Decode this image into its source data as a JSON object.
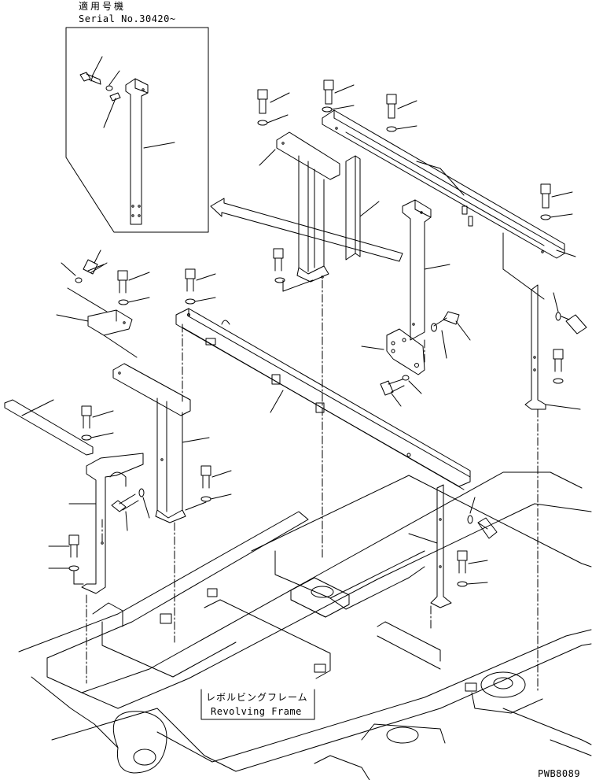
{
  "inset": {
    "title_jp": "適用号機",
    "serial": "Serial No.30420~"
  },
  "frame_label": {
    "jp": "レボルビングフレーム",
    "en": "Revolving Frame"
  },
  "drawing_code": "PWB8089",
  "colors": {
    "line": "#000000",
    "background": "#ffffff"
  }
}
